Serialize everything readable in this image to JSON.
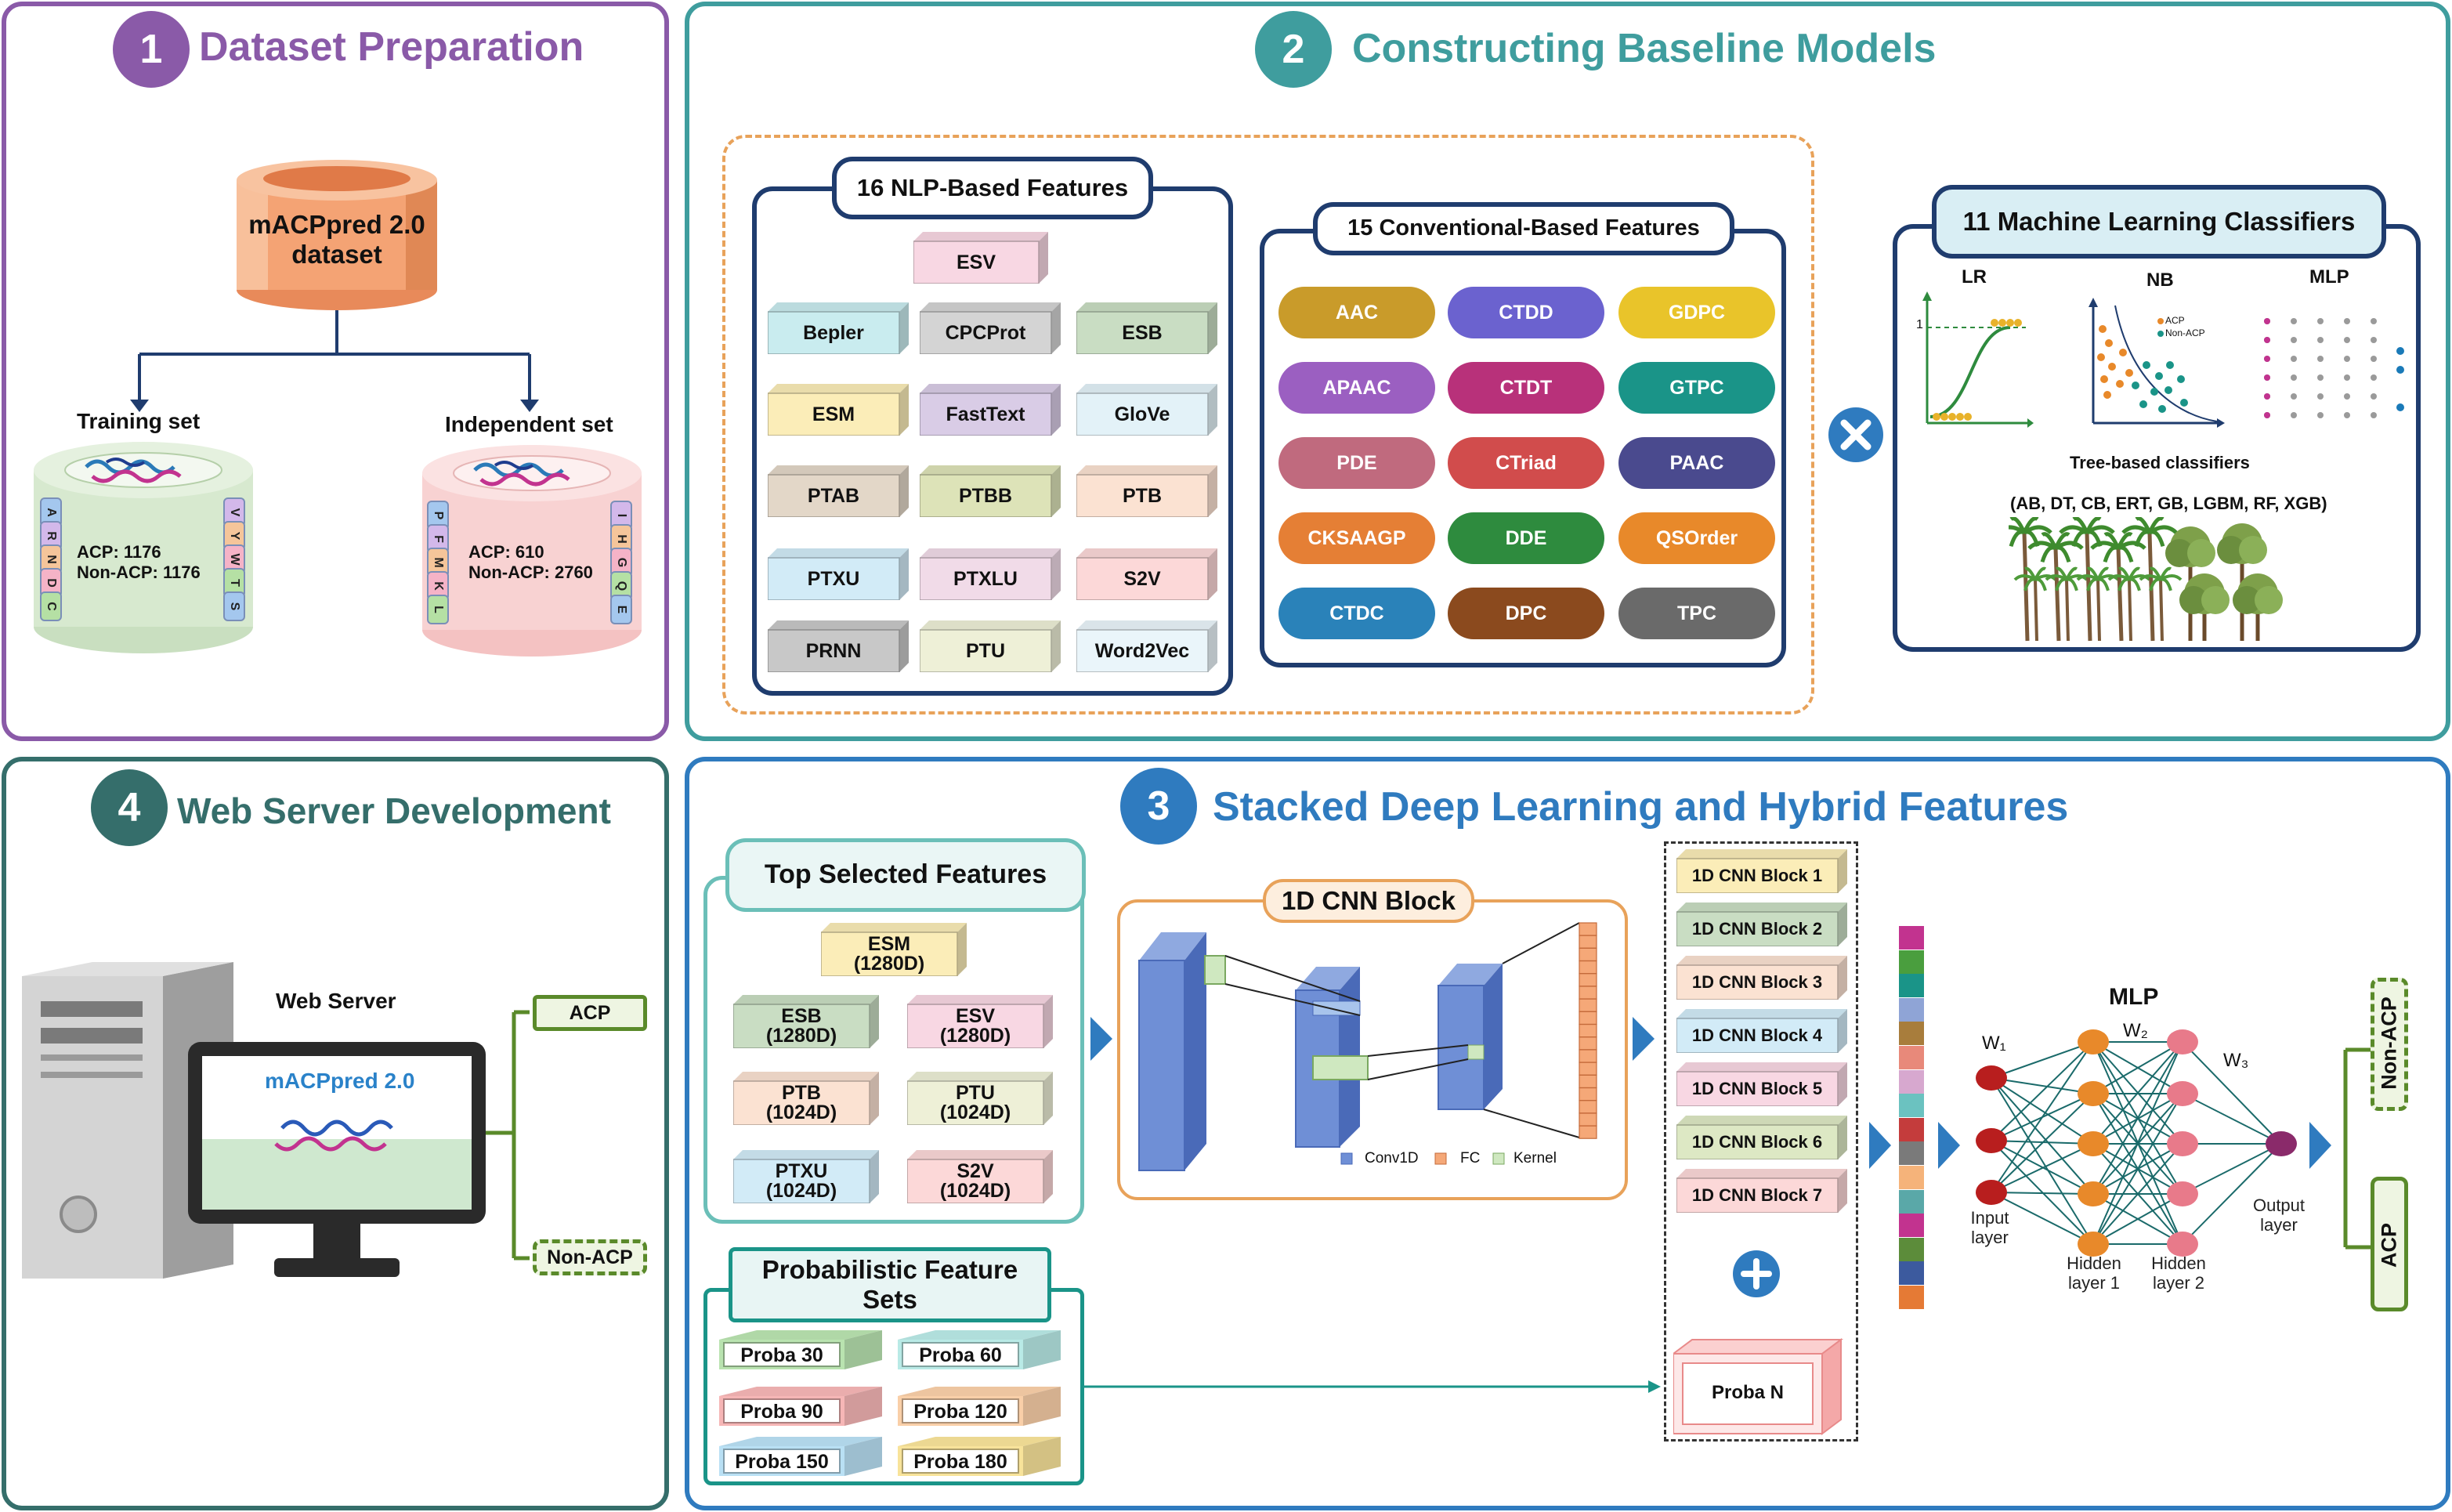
{
  "panels": {
    "p1": {
      "number": "1",
      "title": "Dataset Preparation"
    },
    "p2": {
      "number": "2",
      "title": "Constructing Baseline Models"
    },
    "p3": {
      "number": "3",
      "title": "Stacked Deep Learning and Hybrid Features"
    },
    "p4": {
      "number": "4",
      "title": "Web Server Development"
    }
  },
  "dataset": {
    "db_label": "mACPpred 2.0\ndataset",
    "training": {
      "title": "Training set",
      "acp": "ACP: 1176",
      "nonacp": "Non-ACP: 1176",
      "left_letters": [
        "A",
        "R",
        "N",
        "D",
        "C"
      ],
      "right_letters": [
        "V",
        "Y",
        "W",
        "T",
        "S"
      ]
    },
    "independent": {
      "title": "Independent set",
      "acp": "ACP: 610",
      "nonacp": "Non-ACP: 2760",
      "left_letters": [
        "P",
        "F",
        "M",
        "K",
        "L"
      ],
      "right_letters": [
        "I",
        "H",
        "G",
        "Q",
        "E"
      ]
    }
  },
  "nlp": {
    "title": "16 NLP-Based Features",
    "items": [
      {
        "label": "ESV",
        "color": "#f8d7e3"
      },
      {
        "label": "Bepler",
        "color": "#c9ecef"
      },
      {
        "label": "CPCProt",
        "color": "#d4d4d4"
      },
      {
        "label": "ESB",
        "color": "#c9ddc3"
      },
      {
        "label": "ESM",
        "color": "#fbedb8"
      },
      {
        "label": "FastText",
        "color": "#d9cce6"
      },
      {
        "label": "GloVe",
        "color": "#e3f2f8"
      },
      {
        "label": "PTAB",
        "color": "#e3d7c8"
      },
      {
        "label": "PTBB",
        "color": "#dde3b8"
      },
      {
        "label": "PTB",
        "color": "#fbe2d2"
      },
      {
        "label": "PTXU",
        "color": "#d2ebf7"
      },
      {
        "label": "PTXLU",
        "color": "#f1dbe8"
      },
      {
        "label": "S2V",
        "color": "#fcd8d8"
      },
      {
        "label": "PRNN",
        "color": "#c8c8c8"
      },
      {
        "label": "PTU",
        "color": "#eef0d7"
      },
      {
        "label": "Word2Vec",
        "color": "#eaf5fa"
      }
    ]
  },
  "conv": {
    "title": "15 Conventional-Based Features",
    "items": [
      {
        "label": "AAC",
        "color": "#c99b2a"
      },
      {
        "label": "CTDD",
        "color": "#6b62cf"
      },
      {
        "label": "GDPC",
        "color": "#e9c42a"
      },
      {
        "label": "APAAC",
        "color": "#9b5fc1"
      },
      {
        "label": "CTDT",
        "color": "#b8317a"
      },
      {
        "label": "GTPC",
        "color": "#1a9488"
      },
      {
        "label": "PDE",
        "color": "#c06a7e"
      },
      {
        "label": "CTriad",
        "color": "#d14c4c"
      },
      {
        "label": "PAAC",
        "color": "#4a4a8e"
      },
      {
        "label": "CKSAAGP",
        "color": "#e57f35"
      },
      {
        "label": "DDE",
        "color": "#2e8b3e"
      },
      {
        "label": "QSOrder",
        "color": "#e8892a"
      },
      {
        "label": "CTDC",
        "color": "#2a82b9"
      },
      {
        "label": "DPC",
        "color": "#8b4a1e"
      },
      {
        "label": "TPC",
        "color": "#6a6a6a"
      }
    ]
  },
  "ml": {
    "title": "11 Machine Learning Classifiers",
    "lr": "LR",
    "nb": "NB",
    "mlp": "MLP",
    "lr_one": "1",
    "nb_legend_acp": "ACP",
    "nb_legend_non": "Non-ACP",
    "tree_title": "Tree-based classifiers",
    "tree_list": "(AB, DT, CB, ERT, GB, LGBM, RF, XGB)"
  },
  "stacked": {
    "top_title": "Top Selected Features",
    "top_items": [
      {
        "label": "ESM\n(1280D)",
        "color": "#fbedb8"
      },
      {
        "label": "ESB\n(1280D)",
        "color": "#c9ddc3"
      },
      {
        "label": "ESV\n(1280D)",
        "color": "#f8d7e3"
      },
      {
        "label": "PTB\n(1024D)",
        "color": "#fbe2d2"
      },
      {
        "label": "PTU\n(1024D)",
        "color": "#eef0d7"
      },
      {
        "label": "PTXU\n(1024D)",
        "color": "#d2ebf7"
      },
      {
        "label": "S2V\n(1024D)",
        "color": "#fcd8d8"
      }
    ],
    "proba_title": "Probabilistic Feature\nSets",
    "proba_items": [
      {
        "label": "Proba 30",
        "color": "#b9e3b0"
      },
      {
        "label": "Proba 60",
        "color": "#b9eae6"
      },
      {
        "label": "Proba 90",
        "color": "#f6b6b6"
      },
      {
        "label": "Proba 120",
        "color": "#f9cfa8"
      },
      {
        "label": "Proba 150",
        "color": "#b9e0f4"
      },
      {
        "label": "Proba 180",
        "color": "#f8e39a"
      }
    ],
    "cnn_title": "1D CNN Block",
    "cnn_legend": [
      "Conv1D",
      "FC",
      "Kernel"
    ],
    "blocks": [
      {
        "label": "1D CNN Block 1",
        "color": "#fbedb8"
      },
      {
        "label": "1D CNN Block 2",
        "color": "#c9ddc3"
      },
      {
        "label": "1D CNN Block 3",
        "color": "#fbe2d2"
      },
      {
        "label": "1D CNN Block 4",
        "color": "#d2ebf7"
      },
      {
        "label": "1D CNN Block 5",
        "color": "#f8d7e3"
      },
      {
        "label": "1D CNN Block 6",
        "color": "#dde8c4"
      },
      {
        "label": "1D CNN Block 7",
        "color": "#fcd8d8"
      }
    ],
    "proba_n": "Proba N",
    "vector_colors": [
      "#c2338f",
      "#4a9e3e",
      "#1a9488",
      "#8fa4d6",
      "#a87d3c",
      "#e8897a",
      "#d7a8cf",
      "#6bc2c0",
      "#c43c3c",
      "#7a7a7a",
      "#f5b37a",
      "#5aa8a8",
      "#c2338f",
      "#5c8c3a",
      "#3c5a9e",
      "#e57a35"
    ],
    "mlp_title": "MLP",
    "w1": "W₁",
    "w2": "W₂",
    "w3": "W₃",
    "input_layer": "Input\nlayer",
    "hidden1": "Hidden\nlayer 1",
    "hidden2": "Hidden\nlayer 2",
    "output_layer": "Output\nlayer",
    "out_nonacp": "Non-ACP",
    "out_acp": "ACP"
  },
  "web": {
    "server_label": "Web Server",
    "screen_title": "mACPpred 2.0",
    "acp": "ACP",
    "nonacp": "Non-ACP"
  },
  "colors": {
    "p1": "#8a5aa8",
    "p2": "#3f9d9e",
    "p3": "#2f7bbf",
    "p4": "#356e6b",
    "nlp_border": "#1f3c6e",
    "conv_border": "#1f3c6e",
    "ml_border": "#1f3c6e",
    "dashed_orange": "#e8a25a",
    "arrow_blue": "#2f7bbf",
    "green_out": "#5a8a2a"
  }
}
